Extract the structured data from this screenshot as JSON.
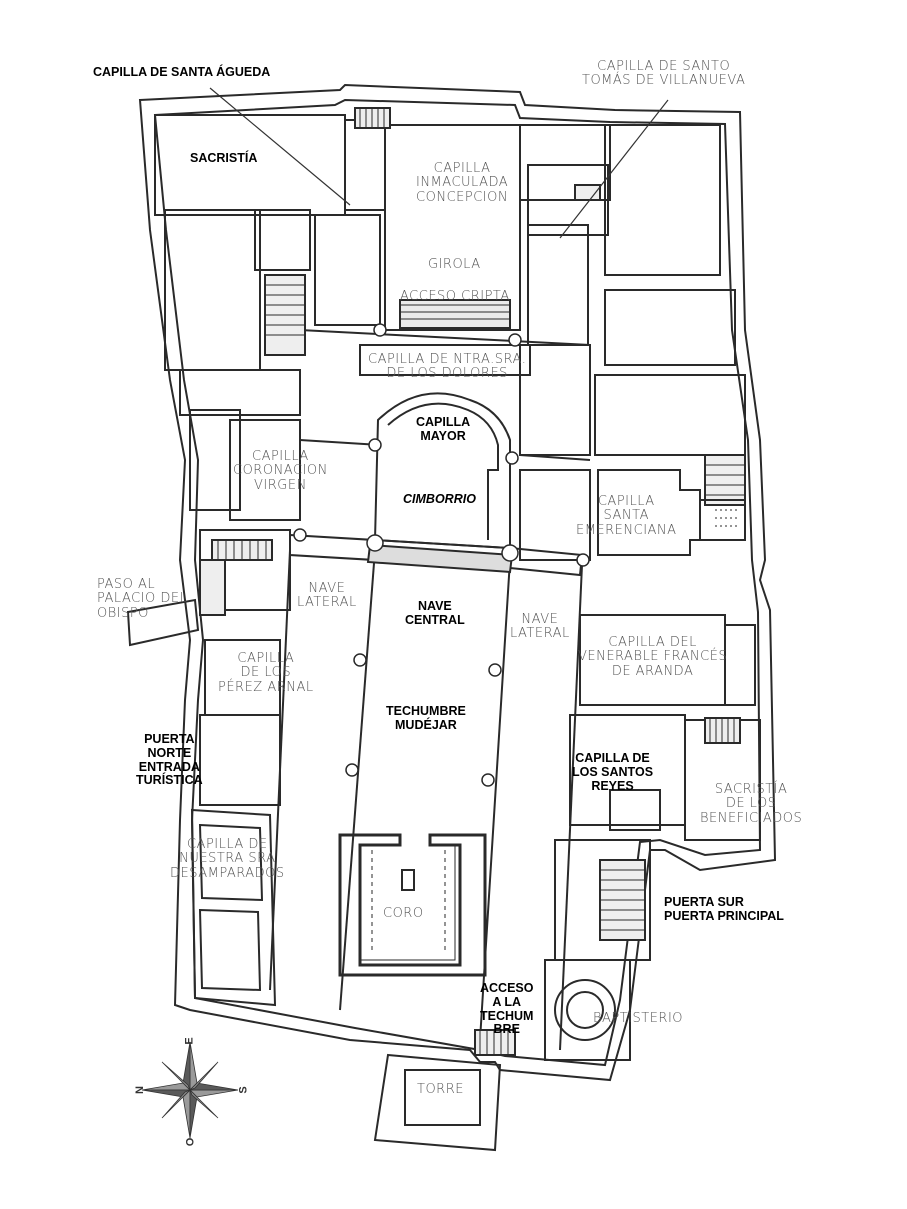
{
  "labels": {
    "santa_agueda": "CAPILLA DE SANTA ÁGUEDA",
    "santo_tomas": "CAPILLA DE SANTO\nTOMÁS DE VILLANUEVA",
    "sacristia": "SACRISTÍA",
    "inmaculada": "CAPILLA\nINMACULADA\nCONCEPCION",
    "girola": "GIROLA",
    "acceso_cripta": "ACCESO CRIPTA",
    "dolores": "CAPILLA DE NTRA.SRA.\nDE LOS DOLORES",
    "capilla_mayor": "CAPILLA\nMAYOR",
    "cimborrio": "CIMBORRIO",
    "coronacion": "CAPILLA\nCORONACION\nVIRGEN",
    "emerenciana": "CAPILLA\nSANTA\nEMERENCIANA",
    "paso_palacio": "PASO AL\nPALACIO DEL\nOBISPO",
    "nave_lateral_left": "NAVE\nLATERAL",
    "nave_central": "NAVE\nCENTRAL",
    "nave_lateral_right": "NAVE\nLATERAL",
    "frances_aranda": "CAPILLA DEL\nVENERABLE FRANCÉS\nDE ARANDA",
    "perez_arnal": "CAPILLA\nDE LOS\nPÉREZ ARNAL",
    "techumbre": "TECHUMBRE\nMUDÉJAR",
    "santos_reyes": "CAPILLA DE\nLOS SANTOS\nREYES",
    "puerta_norte": "PUERTA\nNORTE\nENTRADA\nTURÍSTICA",
    "beneficiados": "SACRISTÍA\nDE LOS\nBENEFICIADOS",
    "desamparados": "CAPILLA DE\nNUESTRA SRA\nDESAMPARADOS",
    "coro": "CORO",
    "puerta_sur": "PUERTA SUR\nPUERTA PRINCIPAL",
    "acceso_techumbre": "ACCESO\nA LA\nTECHUM\nBRE",
    "baptisterio": "BAPTISTERIO",
    "torre": "TORRE"
  },
  "compass": {
    "north": "N",
    "east": "E",
    "south": "S",
    "west": "O"
  },
  "colors": {
    "wall": "#2a2a2a",
    "ink": "#444444",
    "compass": "#7a7a7a"
  }
}
